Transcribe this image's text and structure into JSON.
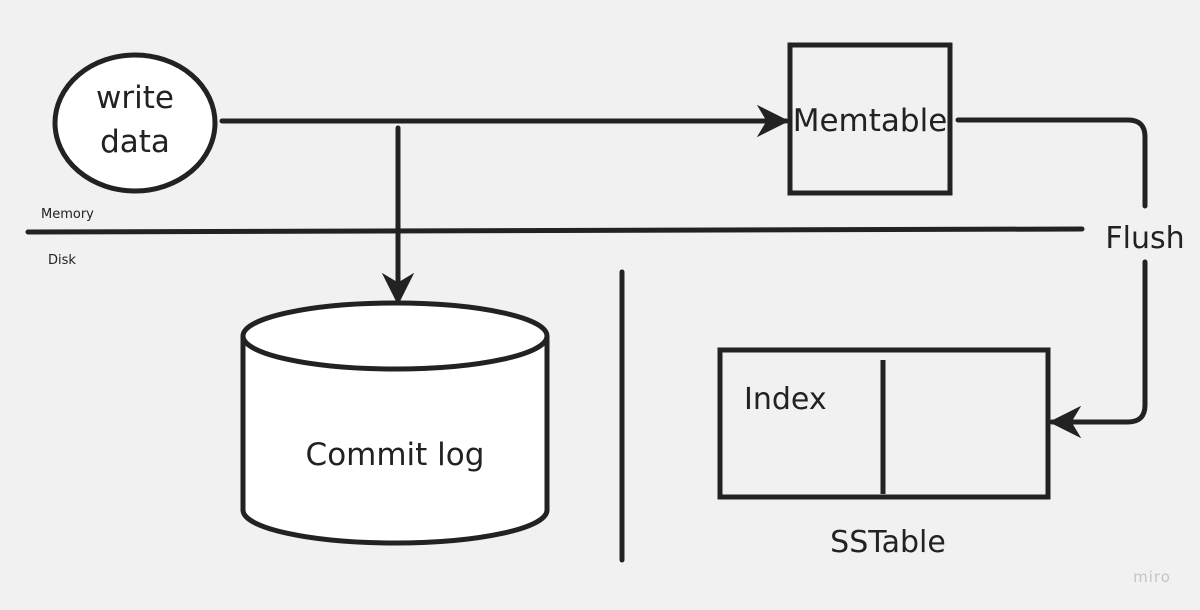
{
  "nodes": {
    "write_data": {
      "line1": "write",
      "line2": "data"
    },
    "memtable": {
      "label": "Memtable"
    },
    "commit_log": {
      "label": "Commit log"
    },
    "sstable": {
      "index_label": "Index",
      "caption": "SSTable"
    }
  },
  "regions": {
    "memory": "Memory",
    "disk": "Disk"
  },
  "edges": {
    "flush": "Flush"
  },
  "watermark": "miro",
  "colors": {
    "background": "#f1f1f1",
    "stroke": "#222222",
    "fill": "#ffffff",
    "watermark": "#c4c4c4"
  }
}
